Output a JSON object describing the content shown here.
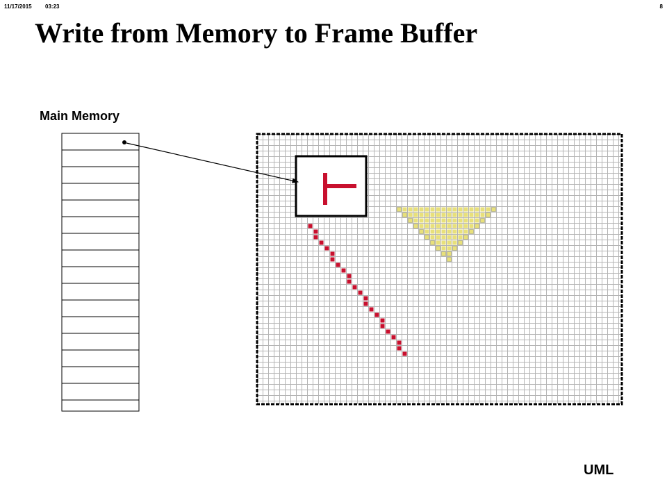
{
  "header": {
    "date": "11/17/2015",
    "time": "03:23",
    "page": "8"
  },
  "slide": {
    "title": "Write from Memory to Frame Buffer",
    "memory_label": "Main Memory",
    "footer": "UML"
  },
  "memory": {
    "cell_count": 17
  },
  "colors": {
    "grid_line": "#b4b4b4",
    "pixel_red": "#c8102e",
    "pixel_yellow": "#e8e07a",
    "pixel_yellow_edge": "#9a9a78",
    "ink": "#000000"
  }
}
